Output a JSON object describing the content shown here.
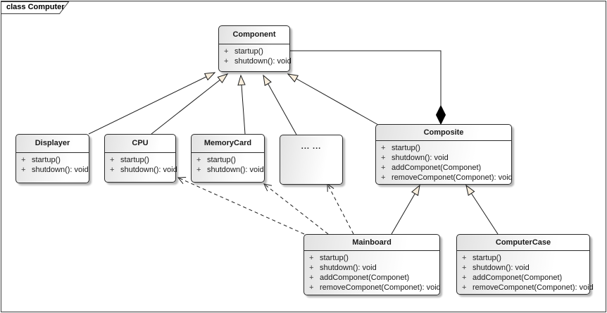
{
  "frame": {
    "title": "class Computer"
  },
  "symbols": {
    "visibility_public": "+"
  },
  "classes": {
    "component": {
      "name": "Component",
      "ops": [
        "startup()",
        "shutdown(): void"
      ]
    },
    "displayer": {
      "name": "Displayer",
      "ops": [
        "startup()",
        "shutdown(): void"
      ]
    },
    "cpu": {
      "name": "CPU",
      "ops": [
        "startup()",
        "shutdown(): void"
      ]
    },
    "memorycard": {
      "name": "MemoryCard",
      "ops": [
        "startup()",
        "shutdown(): void"
      ]
    },
    "placeholder": {
      "name": "... ..."
    },
    "composite": {
      "name": "Composite",
      "ops": [
        "startup()",
        "shutdown(): void",
        "addComponet(Componet)",
        "removeComponet(Componet): void"
      ]
    },
    "mainboard": {
      "name": "Mainboard",
      "ops": [
        "startup()",
        "shutdown(): void",
        "addComponet(Componet)",
        "removeComponet(Componet): void"
      ]
    },
    "computercase": {
      "name": "ComputerCase",
      "ops": [
        "startup()",
        "shutdown(): void",
        "addComponet(Componet)",
        "removeComponet(Componet): void"
      ]
    }
  },
  "relationships": {
    "generalizations": [
      {
        "from": "Displayer",
        "to": "Component"
      },
      {
        "from": "CPU",
        "to": "Component"
      },
      {
        "from": "MemoryCard",
        "to": "Component"
      },
      {
        "from": "... ...",
        "to": "Component"
      },
      {
        "from": "Composite",
        "to": "Component"
      },
      {
        "from": "Mainboard",
        "to": "Composite"
      },
      {
        "from": "ComputerCase",
        "to": "Composite"
      }
    ],
    "dependencies": [
      {
        "from": "Mainboard",
        "to": "CPU"
      },
      {
        "from": "Mainboard",
        "to": "MemoryCard"
      },
      {
        "from": "Mainboard",
        "to": "... ..."
      }
    ],
    "composition": {
      "whole": "Composite",
      "part": "Component"
    }
  },
  "colors": {
    "line": "#1c1c1c",
    "box_border": "#2b2b2b",
    "box_gradient_start": "#e2e2e2",
    "box_gradient_end": "#ffffff",
    "generalization_arrow_fill": "#f8eedd",
    "diamond_fill": "#000000",
    "frame_border": "#3c3c3c"
  }
}
